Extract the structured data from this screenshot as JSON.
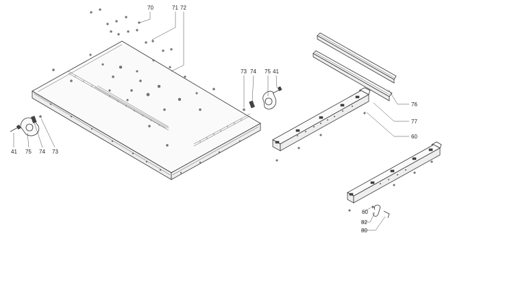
{
  "diagram": {
    "callouts": {
      "c70": "70",
      "c71": "71",
      "c72": "72",
      "c73a": "73",
      "c74a": "74",
      "c75a": "75",
      "c41a": "41",
      "c41b": "41",
      "c75b": "75",
      "c74b": "74",
      "c73b": "73",
      "c76": "76",
      "c77": "77",
      "c60a": "60",
      "c60b": "60",
      "c82": "82",
      "c80": "80"
    }
  }
}
